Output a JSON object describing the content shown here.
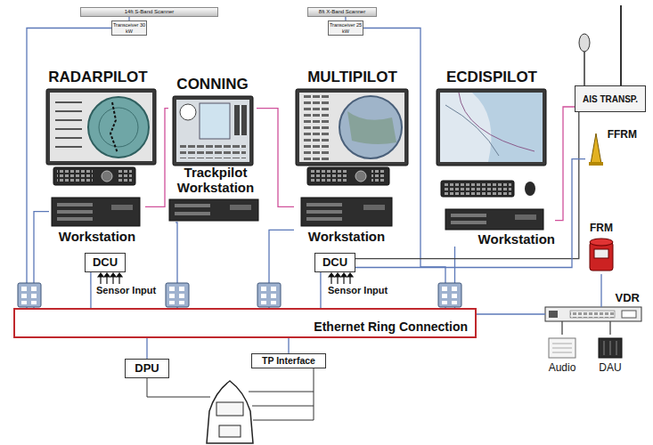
{
  "diagram": {
    "nodes": [
      {
        "text": [
          "14ft S-Band Scanner"
        ]
      },
      {
        "text": [
          "Transceiver 30 kW"
        ]
      },
      {
        "text": [
          "8ft X-Band Scanner"
        ]
      },
      {
        "text": [
          "Transceiver 25 kW"
        ]
      },
      {
        "text": [
          "RADARPILOT"
        ]
      },
      {
        "text": [
          "CONNING"
        ]
      },
      {
        "text": [
          "MULTIPILOT"
        ]
      },
      {
        "text": [
          "ECDISPILOT"
        ]
      },
      {
        "text": [
          "AIS TRANSP."
        ]
      },
      {
        "text": [
          "FFRM"
        ]
      },
      {
        "text": [
          "Workstation"
        ]
      },
      {
        "text": [
          "Trackpilot Workstation"
        ]
      },
      {
        "text": [
          "Workstation"
        ]
      },
      {
        "text": [
          "Workstation"
        ]
      },
      {
        "text": [
          "FRM"
        ]
      },
      {
        "text": [
          "DCU"
        ]
      },
      {
        "text": [
          "DCU"
        ]
      },
      {
        "text": [
          "Ethernet Ring Connection"
        ]
      },
      {
        "text": [
          "VDR"
        ]
      },
      {
        "text": [
          "Audio"
        ]
      },
      {
        "text": [
          "DAU"
        ]
      },
      {
        "text": [
          "DPU"
        ]
      },
      {
        "text": [
          "TP Interface"
        ]
      }
    ],
    "edges": [
      {
        "from": 0,
        "to": 1,
        "arrow": "none"
      },
      {
        "from": 2,
        "to": 3,
        "arrow": "none"
      },
      {
        "from": 1,
        "to": 17,
        "arrow": "none"
      },
      {
        "from": 10,
        "to": 17,
        "arrow": "none"
      },
      {
        "from": 5,
        "to": 10,
        "arrow": "none"
      },
      {
        "from": 5,
        "to": 12,
        "arrow": "none"
      },
      {
        "from": 11,
        "to": 17,
        "arrow": "none"
      },
      {
        "from": 15,
        "to": 17,
        "arrow": "none"
      },
      {
        "from": 3,
        "to": 17,
        "arrow": "none"
      },
      {
        "from": 12,
        "to": 17,
        "arrow": "none"
      },
      {
        "from": 16,
        "to": 17,
        "arrow": "none"
      },
      {
        "from": 13,
        "to": 17,
        "arrow": "none"
      },
      {
        "from": 16,
        "to": 8,
        "arrow": "none"
      },
      {
        "from": 9,
        "to": 16,
        "arrow": "none"
      },
      {
        "from": 17,
        "to": 18,
        "arrow": "none"
      },
      {
        "from": 14,
        "to": 18,
        "arrow": "none"
      },
      {
        "from": 19,
        "to": 18,
        "arrow": "none"
      },
      {
        "from": 20,
        "to": 18,
        "arrow": "none"
      },
      {
        "from": 17,
        "to": 21,
        "arrow": "none"
      },
      {
        "from": 17,
        "to": 22,
        "arrow": "none"
      },
      {
        "from": 8,
        "to": 13,
        "arrow": "none"
      }
    ],
    "labels": [
      "Sensor Input",
      "Sensor Input"
    ]
  }
}
